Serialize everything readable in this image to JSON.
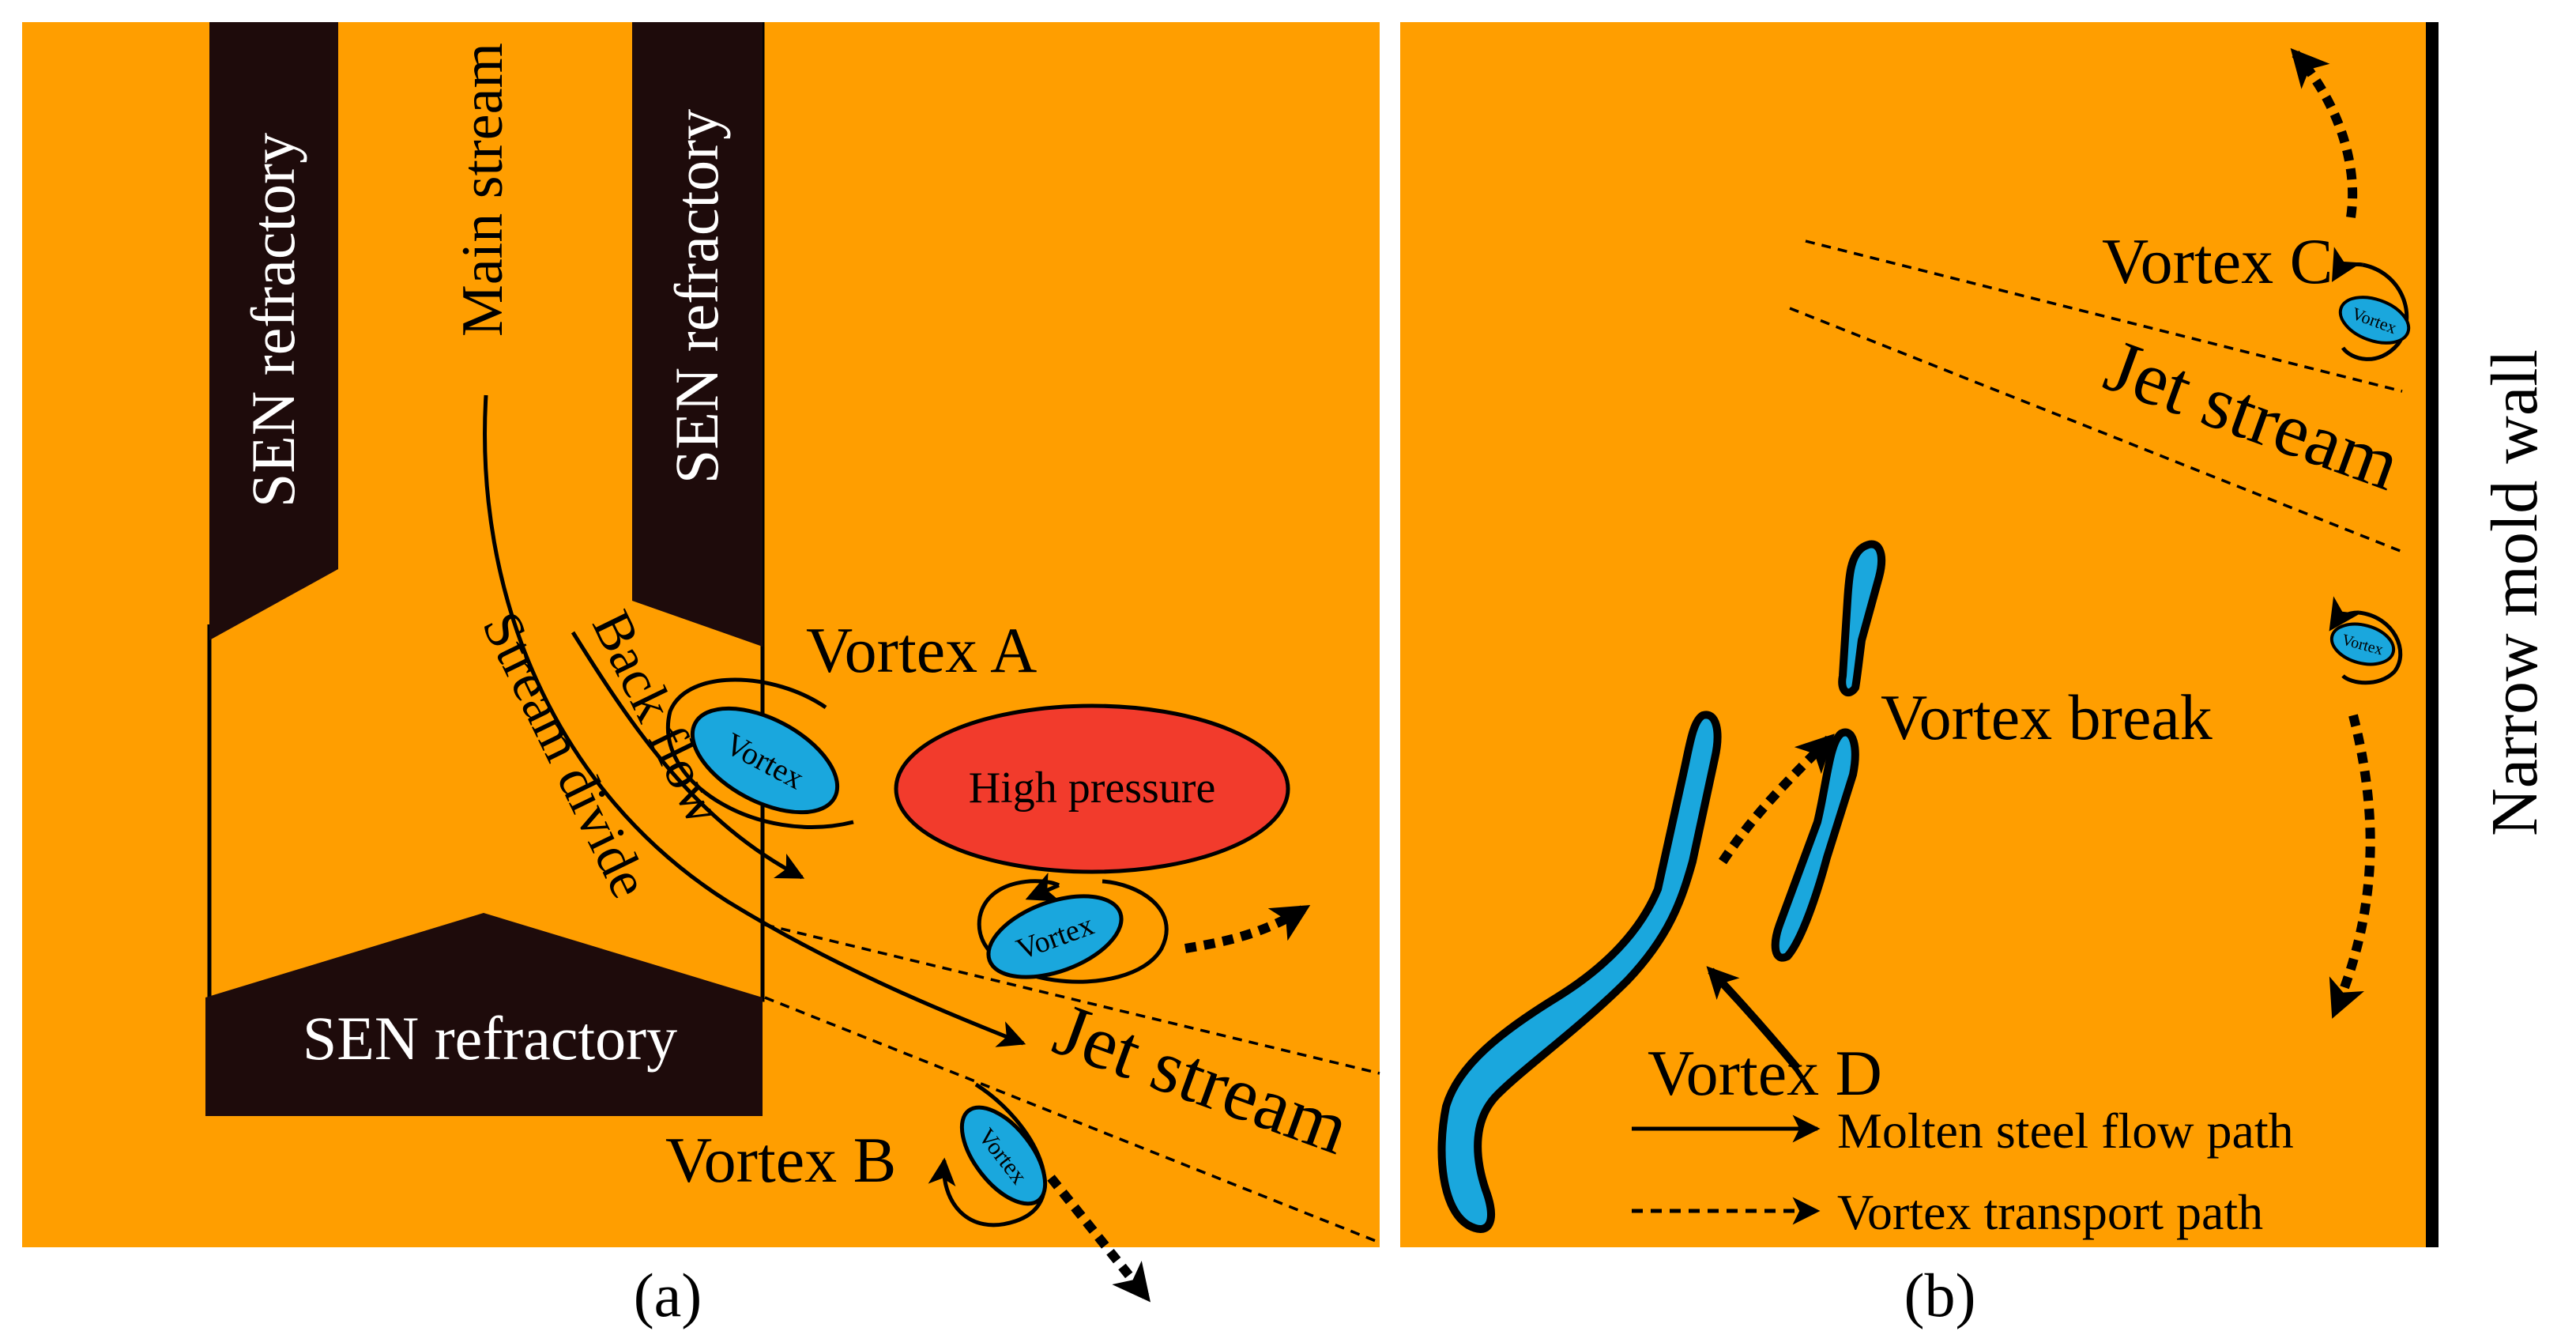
{
  "colors": {
    "background": "#FF9E00",
    "refractory": "#1E0B0B",
    "vortex": "#1AA7DD",
    "high_pressure": "#F23B2C",
    "wall": "#000000",
    "ink": "#000000"
  },
  "panel_a": {
    "caption": "(a)",
    "refractory_left": "SEN refractory",
    "refractory_right": "SEN refractory",
    "refractory_bottom": "SEN refractory",
    "main_stream": "Main stream",
    "back_flow": "Back flow",
    "stream_divide": "Stream divide",
    "vortex_a": "Vortex A",
    "vortex_b": "Vortex B",
    "high_pressure": "High pressure",
    "jet_stream": "Jet stream",
    "vortex_label_1": "Vortex",
    "vortex_label_2": "Vortex",
    "vortex_label_3": "Vortex"
  },
  "panel_b": {
    "caption": "(b)",
    "vortex_c": "Vortex C",
    "vortex_d": "Vortex D",
    "jet_stream": "Jet stream",
    "vortex_break": "Vortex break",
    "narrow_wall": "Narrow mold wall",
    "vortex_label_1": "Vortex",
    "vortex_label_2": "Vortex",
    "legend_solid": "Molten steel flow path",
    "legend_dashed": "Vortex transport path"
  }
}
